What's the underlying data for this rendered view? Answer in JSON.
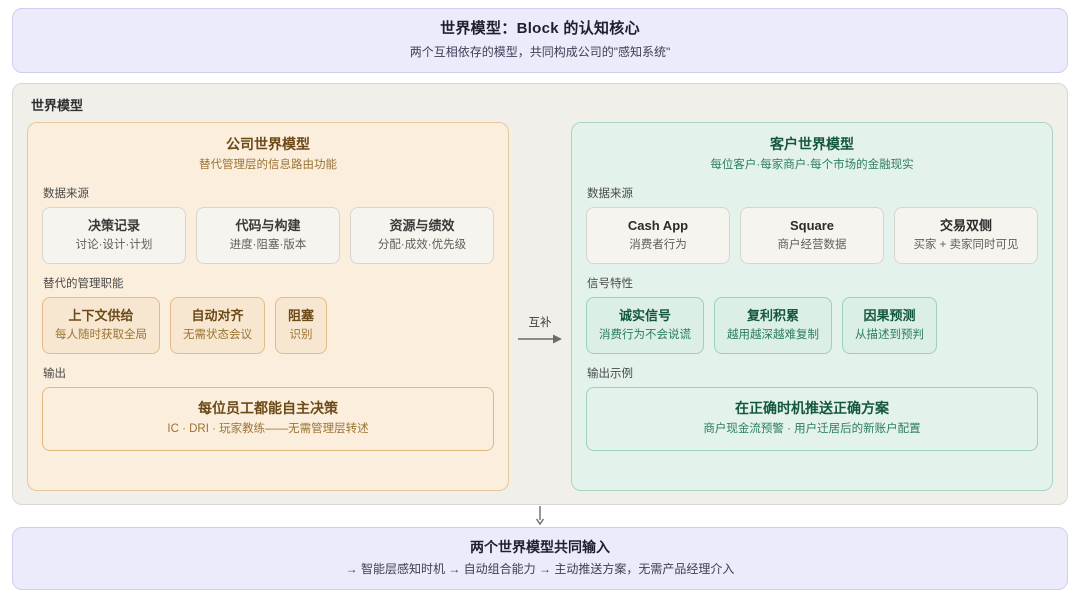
{
  "banner": {
    "title": "世界模型：Block 的认知核心",
    "subtitle": "两个互相依存的模型，共同构成公司的\"感知系统\""
  },
  "world": {
    "label": "世界模型",
    "connector": {
      "label": "互补",
      "icon": "arrow-right-icon"
    },
    "company_panel": {
      "title": "公司世界模型",
      "subtitle": "替代管理层的信息路由功能",
      "sections": [
        {
          "label": "数据来源",
          "cards": [
            {
              "head": "决策记录",
              "sub": "讨论·设计·计划"
            },
            {
              "head": "代码与构建",
              "sub": "进度·阻塞·版本"
            },
            {
              "head": "资源与绩效",
              "sub": "分配·成效·优先级"
            }
          ]
        },
        {
          "label": "替代的管理职能",
          "cards": [
            {
              "head": "上下文供给",
              "sub": "每人随时获取全局"
            },
            {
              "head": "自动对齐",
              "sub": "无需状态会议"
            },
            {
              "head": "阻塞",
              "sub": "识别"
            }
          ]
        }
      ],
      "output": {
        "label": "输出",
        "head": "每位员工都能自主决策",
        "sub": "IC · DRI · 玩家教练——无需管理层转述"
      }
    },
    "customer_panel": {
      "title": "客户世界模型",
      "subtitle": "每位客户·每家商户·每个市场的金融现实",
      "sections": [
        {
          "label": "数据来源",
          "cards": [
            {
              "head": "Cash App",
              "sub": "消费者行为"
            },
            {
              "head": "Square",
              "sub": "商户经营数据"
            },
            {
              "head": "交易双侧",
              "sub": "买家 + 卖家同时可见"
            }
          ]
        },
        {
          "label": "信号特性",
          "cards": [
            {
              "head": "诚实信号",
              "sub": "消费行为不会说谎"
            },
            {
              "head": "复利积累",
              "sub": "越用越深越难复制"
            },
            {
              "head": "因果预测",
              "sub": "从描述到预判"
            }
          ]
        }
      ],
      "output": {
        "label": "输出示例",
        "head": "在正确时机推送正确方案",
        "sub": "商户现金流预警 · 用户迁居后的新账户配置"
      }
    }
  },
  "footer": {
    "title": "两个世界模型共同输入",
    "subtitle": "→ 智能层感知时机 → 自动组合能力 → 主动推送方案，无需产品经理介入",
    "down_icon": "arrow-down-icon"
  },
  "colors": {
    "banner_bg": "#ecebfb",
    "world_bg": "#f0efea",
    "company_bg": "#fbeedd",
    "company_accent": "#6b4a18",
    "customer_bg": "#e4f2ec",
    "customer_accent": "#14573f",
    "source_card_bg": "#f6f4ef"
  }
}
